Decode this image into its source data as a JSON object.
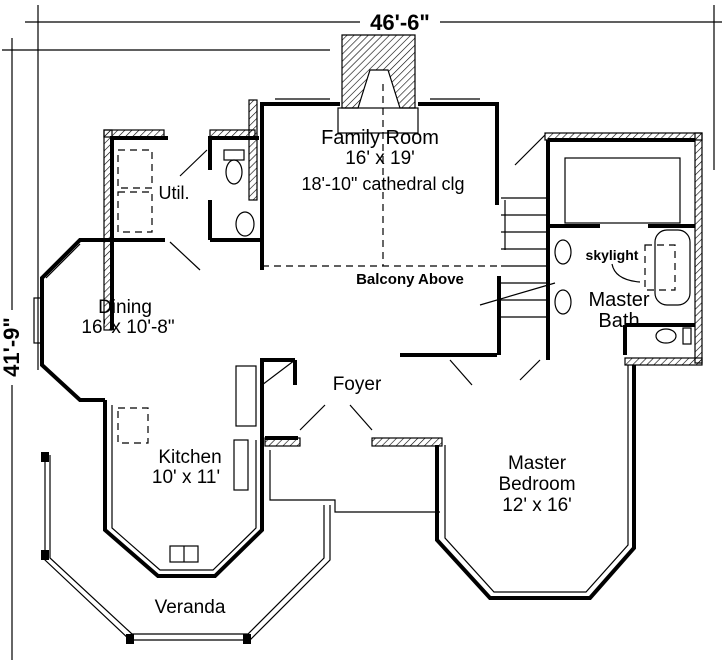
{
  "dimensions": {
    "width": "46'-6\"",
    "depth": "41'-9\""
  },
  "rooms": {
    "family_room": {
      "name": "Family Room",
      "size": "16' x 19'",
      "note": "18'-10\" cathedral clg"
    },
    "utility": {
      "name": "Util."
    },
    "balcony": {
      "name": "Balcony Above"
    },
    "skylight": {
      "name": "skylight"
    },
    "master_bath": {
      "name1": "Master",
      "name2": "Bath"
    },
    "dining": {
      "name": "Dining",
      "size": "16' x 10'-8\""
    },
    "foyer": {
      "name": "Foyer"
    },
    "kitchen": {
      "name": "Kitchen",
      "size": "10' x 11'"
    },
    "master_bedroom": {
      "name1": "Master",
      "name2": "Bedroom",
      "size": "12' x 16'"
    },
    "veranda": {
      "name": "Veranda"
    }
  }
}
